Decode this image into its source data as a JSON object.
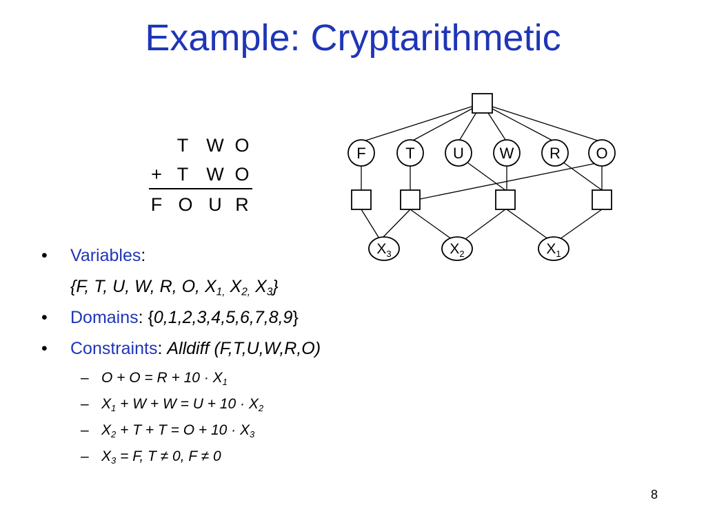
{
  "title": "Example: Cryptarithmetic",
  "puzzle": {
    "row1": [
      "T",
      "W",
      "O"
    ],
    "plus": "+",
    "row2": [
      "T",
      "W",
      "O"
    ],
    "row3": [
      "F",
      "O",
      "U",
      "R"
    ]
  },
  "graph": {
    "variable_nodes": [
      "F",
      "T",
      "U",
      "W",
      "R",
      "O"
    ],
    "carry_nodes": [
      {
        "base": "X",
        "sub": "3"
      },
      {
        "base": "X",
        "sub": "2"
      },
      {
        "base": "X",
        "sub": "1"
      }
    ]
  },
  "bullets": {
    "variables": {
      "marker": "•",
      "label": "Variables",
      "colon": ":",
      "set_open": "{F, T, U, W, R, O, X",
      "s1": "1,",
      "mid1": " X",
      "s2": "2,",
      "mid2": " X",
      "s3": "3",
      "set_close": "}"
    },
    "domains": {
      "marker": "•",
      "label": "Domains",
      "colon": ": {",
      "values": "0,1,2,3,4,5,6,7,8,9",
      "close": "}"
    },
    "constraints": {
      "marker": "•",
      "label": "Constraints",
      "colon": ": ",
      "value": "Alldiff (F,T,U,W,R,O)"
    },
    "sub_items": [
      {
        "dash": "–",
        "a": "O + O = R + 10 · X",
        "as": "1",
        "b": "",
        "bs": "",
        "c": ""
      },
      {
        "dash": "–",
        "a": "X",
        "as": "1",
        "b": " + W + W = U + 10 · X",
        "bs": "2",
        "c": ""
      },
      {
        "dash": "–",
        "a": "X",
        "as": "2",
        "b": " + T + T = O + 10 · X",
        "bs": "3",
        "c": ""
      },
      {
        "dash": "–",
        "a": "X",
        "as": "3",
        "b": " = F, T ≠ 0, F ≠ 0",
        "bs": "",
        "c": ""
      }
    ]
  },
  "page_number": "8",
  "colors": {
    "accent": "#1f35b8",
    "text": "#000000",
    "background": "#ffffff"
  }
}
